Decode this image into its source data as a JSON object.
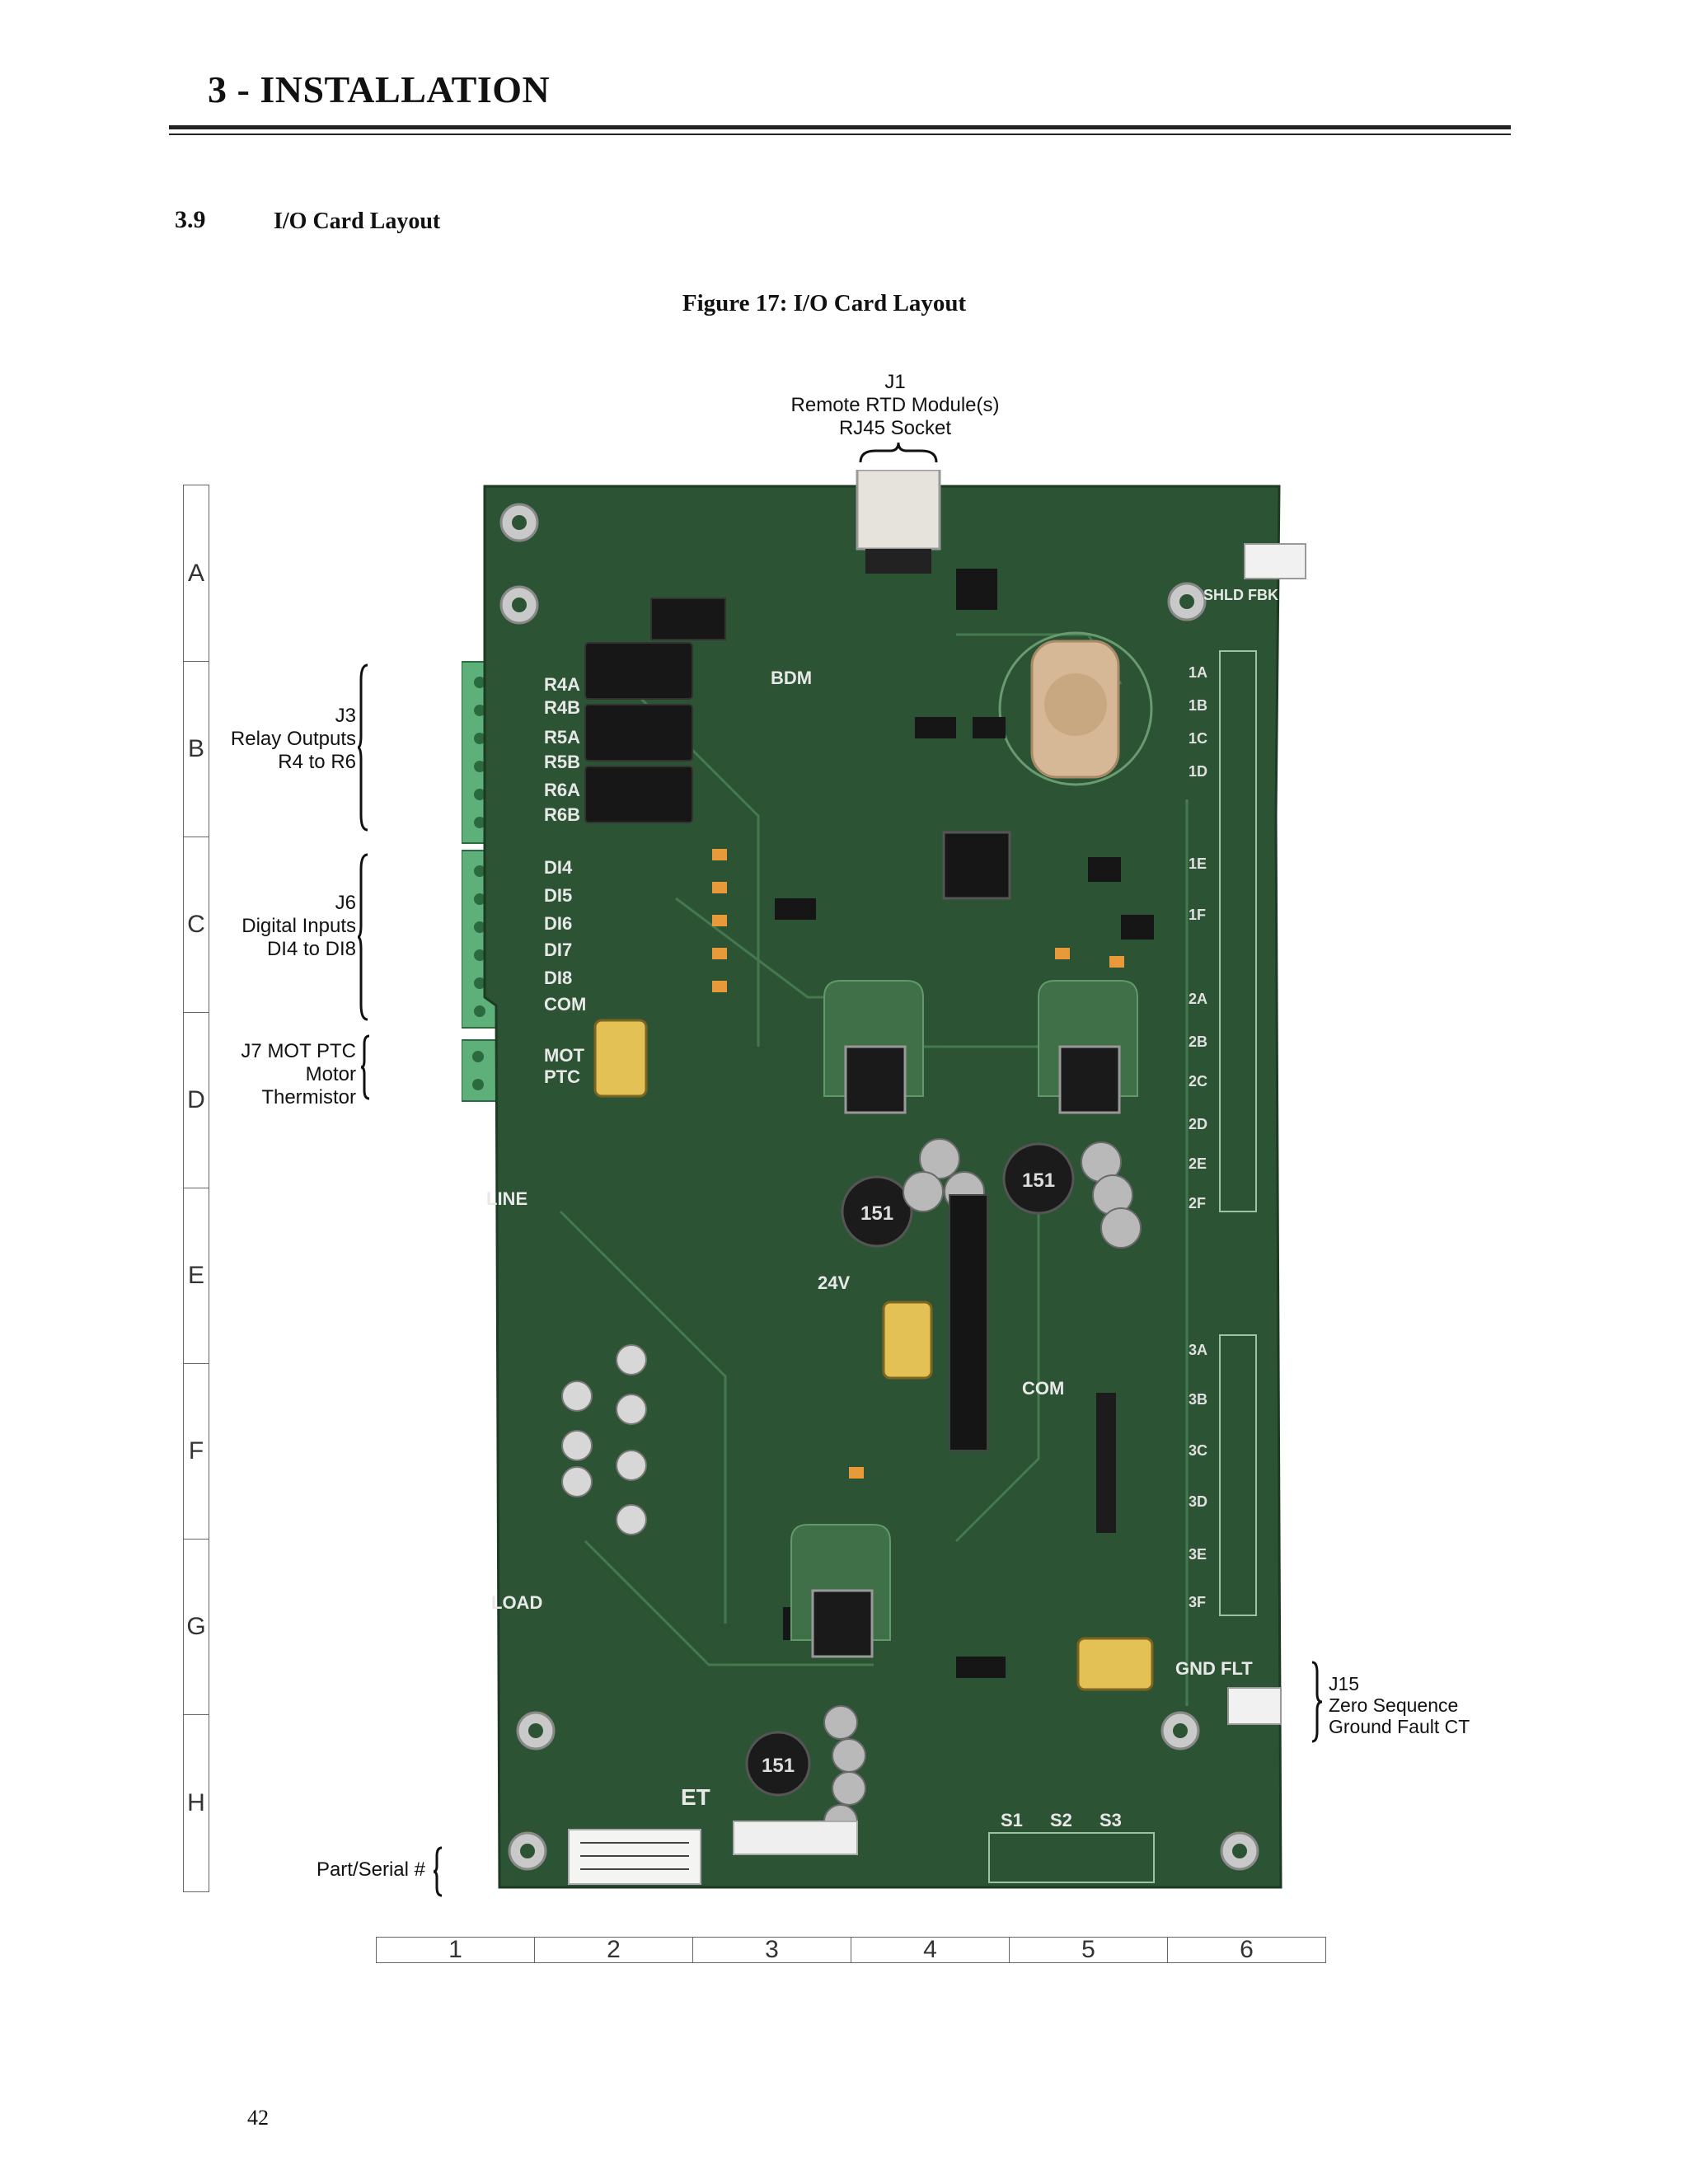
{
  "header": {
    "chapter_title": "3 - INSTALLATION"
  },
  "section": {
    "number": "3.9",
    "title": "I/O Card Layout"
  },
  "figure": {
    "caption": "Figure 17: I/O Card Layout",
    "callouts": {
      "j1": {
        "line1": "J1",
        "line2": "Remote RTD Module(s)",
        "line3": "RJ45 Socket"
      },
      "j3": {
        "line1": "J3",
        "line2": "Relay Outputs",
        "line3": "R4 to R6"
      },
      "j6": {
        "line1": "J6",
        "line2": "Digital Inputs",
        "line3": "DI4 to DI8"
      },
      "j7": {
        "line1": "J7 MOT PTC",
        "line2": "Motor",
        "line3": "Thermistor"
      },
      "j15": {
        "line1": "J15",
        "line2": "Zero Sequence",
        "line3": "Ground Fault CT"
      },
      "serial": {
        "label": "Part/Serial #"
      }
    },
    "board_labels": {
      "relay_pins": [
        "R4A",
        "R4B",
        "R5A",
        "R5B",
        "R6A",
        "R6B"
      ],
      "di_pins": [
        "DI4",
        "DI5",
        "DI6",
        "DI7",
        "DI8",
        "COM"
      ],
      "mot_ptc": [
        "MOT",
        "PTC"
      ],
      "bdm": "BDM",
      "line": "LINE",
      "load": "LOAD",
      "v24": "24V",
      "com": "COM",
      "gnd_flt": "GND FLT",
      "s_labels": [
        "S1",
        "S2",
        "S3"
      ],
      "shld_fbk": "SHLD FBK",
      "et": "ET",
      "inductor": "151",
      "rtd_terminals": [
        "1A",
        "1B",
        "1C",
        "1D",
        "1E",
        "1F",
        "2A",
        "2B",
        "2C",
        "2D",
        "2E",
        "2F",
        "3A",
        "3B",
        "3C",
        "3D",
        "3E",
        "3F"
      ]
    },
    "grid_rows": [
      "A",
      "B",
      "C",
      "D",
      "E",
      "F",
      "G",
      "H"
    ],
    "grid_columns": [
      "1",
      "2",
      "3",
      "4",
      "5",
      "6"
    ]
  },
  "footer": {
    "page_number": "42"
  },
  "colors": {
    "pcb_green": "#2c5434",
    "terminal_green": "#5db07a",
    "trace": "#4f8a5a"
  }
}
